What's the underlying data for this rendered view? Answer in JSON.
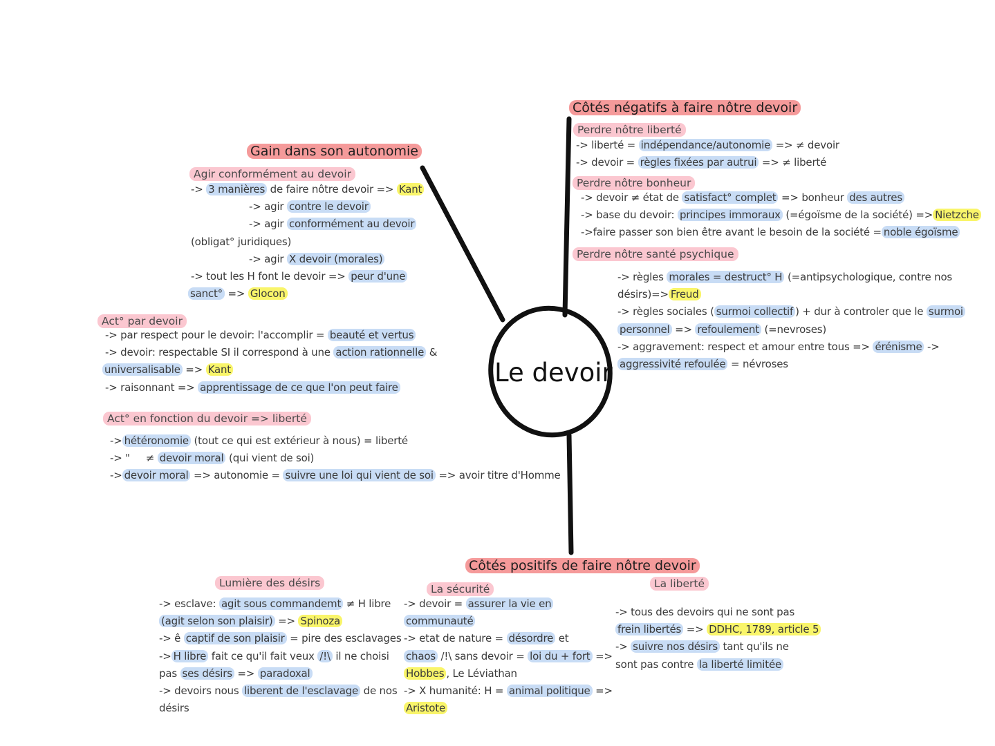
{
  "center": {
    "label": "Le devoir"
  },
  "gain": {
    "title": "Gain dans son autonomie",
    "agir": {
      "subtitle": "Agir conformément au devoir",
      "l1": {
        "pre": "->",
        "hl": "3 manières",
        "mid": " de faire nôtre devoir =>",
        "ref": "Kant"
      },
      "l2": {
        "pre": "-> agir",
        "hl": "contre le devoir"
      },
      "l3": {
        "pre": "-> agir",
        "hl": "conformément au devoir"
      },
      "l4": {
        "text": "(obligat° juridiques)"
      },
      "l5": {
        "pre": "-> agir",
        "hl": "X devoir (morales)"
      },
      "l6": {
        "pre": "-> tout les H font le devoir =>",
        "hl": "peur d'une"
      },
      "l7": {
        "hl": "sanct°",
        "mid": " =>",
        "ref": "Glocon"
      }
    },
    "par_devoir": {
      "subtitle": "Act° par devoir",
      "l1": {
        "pre": "-> par respect pour le devoir: l'accomplir =",
        "hl": "beauté et vertus"
      },
      "l2": {
        "pre": "-> devoir: respectable SI il correspond à une",
        "hl": "action rationnelle",
        "post": " &"
      },
      "l3": {
        "hl": "universalisable",
        "mid": " =>",
        "ref": "Kant"
      },
      "l4": {
        "pre": "-> raisonnant =>",
        "hl": "apprentissage de ce que l'on peut faire"
      }
    },
    "fonction": {
      "subtitle": "Act° en fonction du devoir => liberté",
      "l1": {
        "pre": "->",
        "hl": "hétéronomie",
        "post": " (tout ce qui est extérieur à nous) = liberté"
      },
      "l2": {
        "pre": "-> \"     ≠",
        "hl": "devoir moral",
        "post": " (qui vient de soi)"
      },
      "l3": {
        "pre": "->",
        "hl": "devoir moral",
        "mid": " => autonomie =",
        "hl2": "suivre une loi qui vient de soi",
        "post": " => avoir titre d'Homme"
      }
    }
  },
  "negatifs": {
    "title": "Côtés négatifs à faire nôtre devoir",
    "liberte": {
      "subtitle": "Perdre nôtre liberté",
      "l1": {
        "pre": "-> liberté =",
        "hl": "indépendance/autonomie",
        "post": " => ≠ devoir"
      },
      "l2": {
        "pre": "-> devoir =",
        "hl": "règles fixées par autrui",
        "post": " => ≠ liberté"
      }
    },
    "bonheur": {
      "subtitle": "Perdre nôtre bonheur",
      "l1": {
        "pre": "-> devoir ≠ état de",
        "hl": "satisfact° complet",
        "mid": " => bonheur",
        "hl2": "des autres"
      },
      "l2": {
        "pre": "-> base du devoir:",
        "hl": "principes immoraux",
        "mid": " (=égoïsme de la société) =>",
        "ref": "Nietzche"
      },
      "l3": {
        "pre": "->faire passer son bien être avant le besoin de la société =",
        "hl": "noble égoïsme"
      }
    },
    "sante": {
      "subtitle": "Perdre nôtre santé psychique",
      "l1": {
        "pre": "-> règles",
        "hl": "morales = destruct° H",
        "post": " (=antipsychologique, contre nos"
      },
      "l2": {
        "pre": "désirs)=>",
        "ref": "Freud"
      },
      "l3": {
        "pre": "-> règles sociales (",
        "hl": "surmoi collectif",
        "mid": ") + dur à controler que le",
        "hl2": "surmoi"
      },
      "l4": {
        "hl": "personnel",
        "mid": " =>",
        "hl2": "refoulement",
        "post": " (=nevroses)"
      },
      "l5": {
        "pre": "-> aggravement: respect et amour entre tous =>",
        "hl": "érénisme",
        "post": " ->"
      },
      "l6": {
        "hl": "aggressivité refoulée",
        "post": " = névroses"
      }
    }
  },
  "positifs": {
    "title": "Côtés positifs de faire nôtre devoir",
    "lumiere": {
      "subtitle": "Lumière des désirs",
      "l1": {
        "pre": "-> esclave:",
        "hl": "agit sous commandemt",
        "post": " ≠ H libre"
      },
      "l2": {
        "hl": "(agit selon son plaisir)",
        "mid": " =>",
        "ref": "Spinoza"
      },
      "l3": {
        "pre": "-> ê",
        "hl": "captif de son plaisir",
        "post": " = pire des esclavages"
      },
      "l4": {
        "pre": "->",
        "hl": "H libre",
        "mid": " fait ce qu'il fait veux",
        "hl2": "/!\\",
        "post": " il ne choisi"
      },
      "l5": {
        "pre": "pas",
        "hl": "ses désirs",
        "mid": " =>",
        "hl2": "paradoxal"
      },
      "l6": {
        "pre": "-> devoirs nous",
        "hl": "liberent de l'esclavage",
        "post": " de nos"
      },
      "l7": {
        "text": "désirs"
      }
    },
    "securite": {
      "subtitle": "La sécurité",
      "l1": {
        "pre": "-> devoir =",
        "hl": "assurer la vie en"
      },
      "l2": {
        "hl": "communauté"
      },
      "l3": {
        "pre": "-> etat de nature =",
        "hl": "désordre",
        "post": " et"
      },
      "l4": {
        "hl": "chaos",
        "mid": " /!\\ sans devoir =",
        "hl2": "loi du + fort",
        "post": " =>"
      },
      "l5": {
        "ref": "Hobbes",
        "post": ", Le Léviathan"
      },
      "l6": {
        "pre": "-> X humanité: H =",
        "hl": "animal politique",
        "post": " =>"
      },
      "l7": {
        "ref": "Aristote"
      }
    },
    "liberte": {
      "subtitle": "La liberté",
      "l1": {
        "text": "-> tous des devoirs qui ne sont pas"
      },
      "l2": {
        "hl": "frein libertés",
        "mid": " =>",
        "ref": "DDHC, 1789, article 5"
      },
      "l3": {
        "pre": "->",
        "hl": "suivre nos désirs",
        "post": " tant qu'ils ne"
      },
      "l4": {
        "pre": "sont pas contre",
        "hl": "la liberté limitée"
      }
    }
  },
  "colors": {
    "title_highlight": "#f59a9a",
    "subtitle_highlight": "#fbc7d0",
    "concept_highlight": "#c8dcf5",
    "author_highlight": "#f9f56a",
    "ink": "#111111"
  }
}
